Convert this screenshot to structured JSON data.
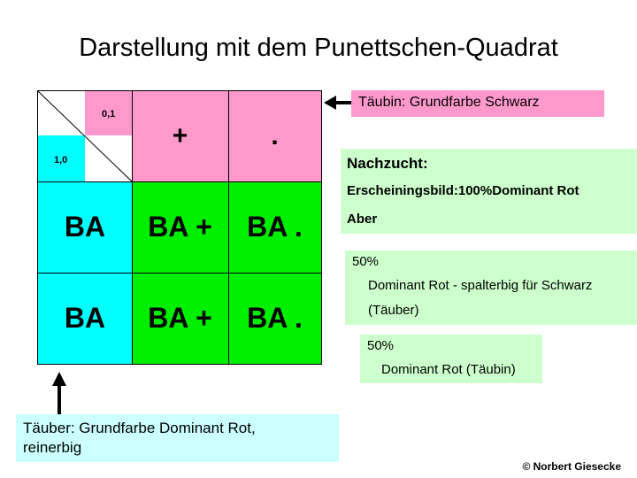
{
  "title": "Darstellung mit dem Punettschen-Quadrat",
  "grid": {
    "corner_female": "0,1",
    "corner_male": "1,0",
    "header_cols": [
      "+",
      "."
    ],
    "row_headers": [
      "BA",
      "BA"
    ],
    "rows": [
      [
        "BA +",
        "BA ."
      ],
      [
        "BA +",
        "BA ."
      ]
    ]
  },
  "labels": {
    "female": "Täubin: Grundfarbe Schwarz",
    "male_line1": "Täuber: Grundfarbe Dominant Rot,",
    "male_line2": "reinerbig"
  },
  "offspring": {
    "heading": "Nachzucht:",
    "phenotype": "Erscheiningsbild:100%Dominant Rot",
    "but": "Aber",
    "group1_pct": "50%",
    "group1_line1": "Dominant Rot - spalterbig für Schwarz",
    "group1_line2": "(Täuber)",
    "group2_pct": "50%",
    "group2_line1": "Dominant Rot (Täubin)"
  },
  "copyright": "© Norbert Giesecke",
  "colors": {
    "pink": "#ff99cc",
    "cyan": "#00ffff",
    "green": "#00ee00",
    "mint_box": "#ccffcc",
    "cyan_box": "#ccffff"
  },
  "icons": [
    "arrow-left-icon",
    "arrow-up-icon"
  ]
}
